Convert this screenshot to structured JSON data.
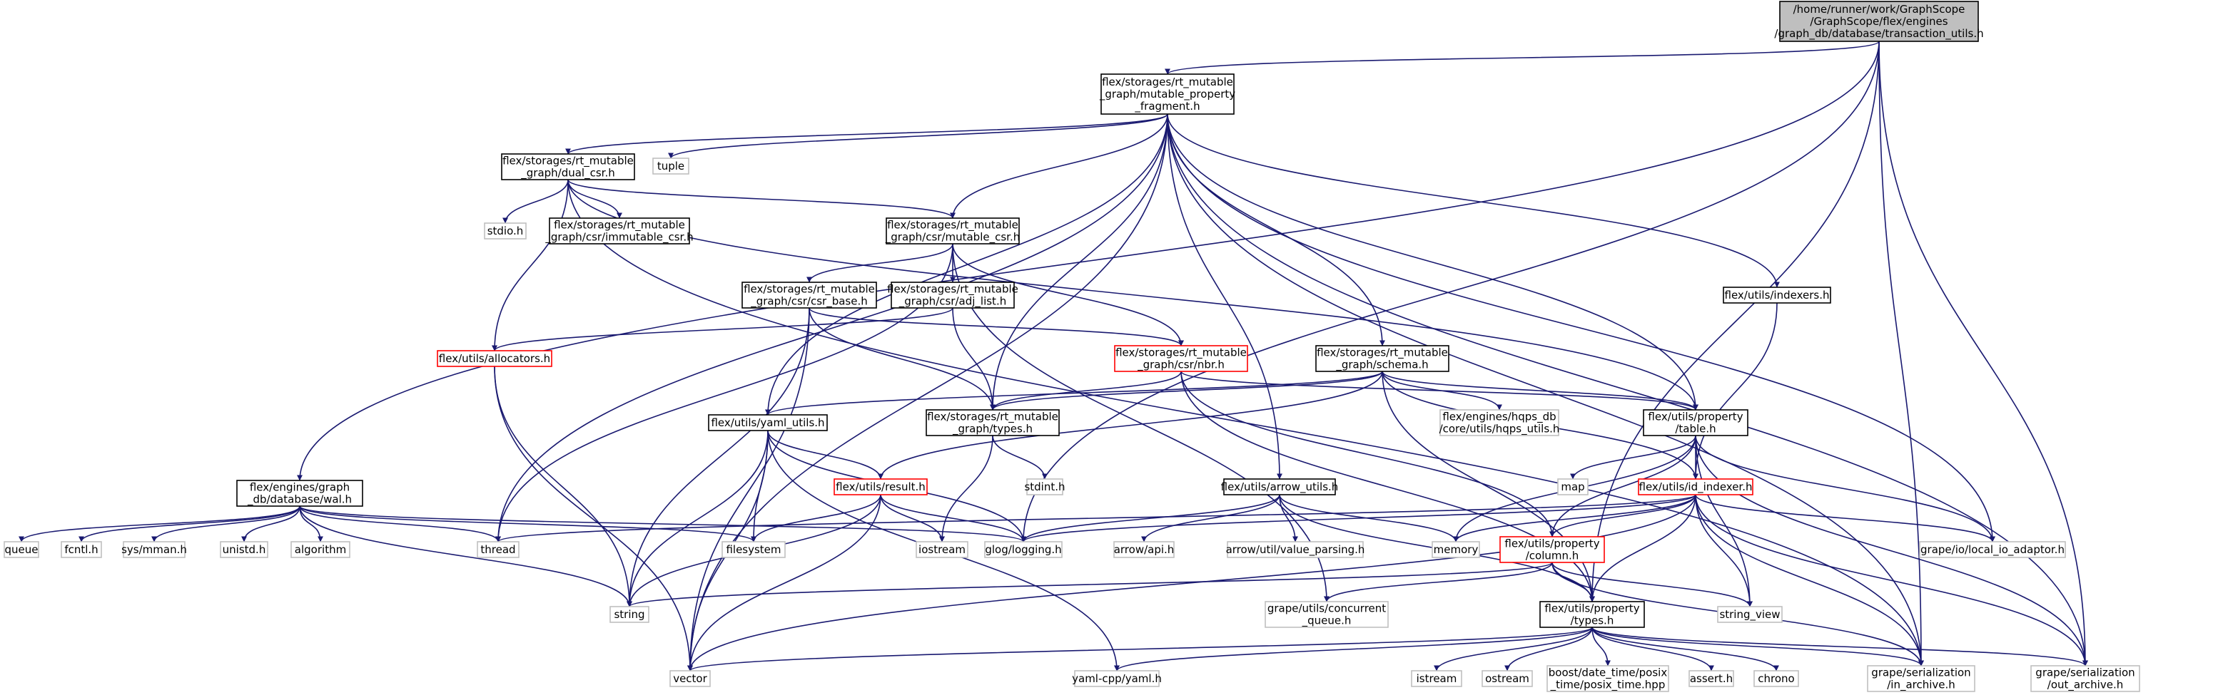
{
  "graph": {
    "colors": {
      "edge": "#191970",
      "arrowhead": "#191970",
      "node_border_normal": "#000000",
      "node_border_external": "#bfbfbf",
      "node_border_incomplete": "#ff0000",
      "node_fill_root": "#bfbfbf",
      "node_fill": "#ffffff",
      "text": "#000000"
    },
    "nodes": [
      {
        "id": "root",
        "lines": [
          "/home/runner/work/GraphScope",
          "/GraphScope/flex/engines",
          "/graph_db/database/transaction_utils.h"
        ],
        "kind": "root"
      },
      {
        "id": "mpf",
        "lines": [
          "flex/storages/rt_mutable",
          "_graph/mutable_property",
          "_fragment.h"
        ],
        "kind": "normal"
      },
      {
        "id": "dualcsr",
        "lines": [
          "flex/storages/rt_mutable",
          "_graph/dual_csr.h"
        ],
        "kind": "normal"
      },
      {
        "id": "tuple",
        "lines": [
          "tuple"
        ],
        "kind": "external"
      },
      {
        "id": "stdio",
        "lines": [
          "stdio.h"
        ],
        "kind": "external"
      },
      {
        "id": "immcsr",
        "lines": [
          "flex/storages/rt_mutable",
          "_graph/csr/immutable_csr.h"
        ],
        "kind": "normal"
      },
      {
        "id": "mutcsr",
        "lines": [
          "flex/storages/rt_mutable",
          "_graph/csr/mutable_csr.h"
        ],
        "kind": "normal"
      },
      {
        "id": "csrbase",
        "lines": [
          "flex/storages/rt_mutable",
          "_graph/csr/csr_base.h"
        ],
        "kind": "normal"
      },
      {
        "id": "adjlist",
        "lines": [
          "flex/storages/rt_mutable",
          "_graph/csr/adj_list.h"
        ],
        "kind": "normal"
      },
      {
        "id": "allocators",
        "lines": [
          "flex/utils/allocators.h"
        ],
        "kind": "incomplete"
      },
      {
        "id": "nbr",
        "lines": [
          "flex/storages/rt_mutable",
          "_graph/csr/nbr.h"
        ],
        "kind": "incomplete"
      },
      {
        "id": "schema",
        "lines": [
          "flex/storages/rt_mutable",
          "_graph/schema.h"
        ],
        "kind": "normal"
      },
      {
        "id": "indexers",
        "lines": [
          "flex/utils/indexers.h"
        ],
        "kind": "normal"
      },
      {
        "id": "yaml_utils",
        "lines": [
          "flex/utils/yaml_utils.h"
        ],
        "kind": "normal"
      },
      {
        "id": "types",
        "lines": [
          "flex/storages/rt_mutable",
          "_graph/types.h"
        ],
        "kind": "normal"
      },
      {
        "id": "hqps",
        "lines": [
          "flex/engines/hqps_db",
          "/core/utils/hqps_utils.h"
        ],
        "kind": "external"
      },
      {
        "id": "table",
        "lines": [
          "flex/utils/property",
          "/table.h"
        ],
        "kind": "normal"
      },
      {
        "id": "wal",
        "lines": [
          "flex/engines/graph",
          "_db/database/wal.h"
        ],
        "kind": "normal"
      },
      {
        "id": "result",
        "lines": [
          "flex/utils/result.h"
        ],
        "kind": "incomplete"
      },
      {
        "id": "stdint",
        "lines": [
          "stdint.h"
        ],
        "kind": "external"
      },
      {
        "id": "arrow_utils",
        "lines": [
          "flex/utils/arrow_utils.h"
        ],
        "kind": "normal"
      },
      {
        "id": "map",
        "lines": [
          "map"
        ],
        "kind": "external"
      },
      {
        "id": "id_indexer",
        "lines": [
          "flex/utils/id_indexer.h"
        ],
        "kind": "incomplete"
      },
      {
        "id": "queue",
        "lines": [
          "queue"
        ],
        "kind": "external"
      },
      {
        "id": "fcntl",
        "lines": [
          "fcntl.h"
        ],
        "kind": "external"
      },
      {
        "id": "sysmman",
        "lines": [
          "sys/mman.h"
        ],
        "kind": "external"
      },
      {
        "id": "unistd",
        "lines": [
          "unistd.h"
        ],
        "kind": "external"
      },
      {
        "id": "algorithm",
        "lines": [
          "algorithm"
        ],
        "kind": "external"
      },
      {
        "id": "thread",
        "lines": [
          "thread"
        ],
        "kind": "external"
      },
      {
        "id": "filesystem",
        "lines": [
          "filesystem"
        ],
        "kind": "external"
      },
      {
        "id": "iostream",
        "lines": [
          "iostream"
        ],
        "kind": "external"
      },
      {
        "id": "glog",
        "lines": [
          "glog/logging.h"
        ],
        "kind": "external"
      },
      {
        "id": "arrowapi",
        "lines": [
          "arrow/api.h"
        ],
        "kind": "external"
      },
      {
        "id": "valparse",
        "lines": [
          "arrow/util/value_parsing.h"
        ],
        "kind": "external"
      },
      {
        "id": "memory",
        "lines": [
          "memory"
        ],
        "kind": "external"
      },
      {
        "id": "column",
        "lines": [
          "flex/utils/property",
          "/column.h"
        ],
        "kind": "incomplete"
      },
      {
        "id": "local_io",
        "lines": [
          "grape/io/local_io_adaptor.h"
        ],
        "kind": "external"
      },
      {
        "id": "string",
        "lines": [
          "string"
        ],
        "kind": "external"
      },
      {
        "id": "concq",
        "lines": [
          "grape/utils/concurrent",
          "_queue.h"
        ],
        "kind": "external"
      },
      {
        "id": "ptypes",
        "lines": [
          "flex/utils/property",
          "/types.h"
        ],
        "kind": "normal"
      },
      {
        "id": "string_view",
        "lines": [
          "string_view"
        ],
        "kind": "external"
      },
      {
        "id": "vector",
        "lines": [
          "vector"
        ],
        "kind": "external"
      },
      {
        "id": "yamlcpp",
        "lines": [
          "yaml-cpp/yaml.h"
        ],
        "kind": "external"
      },
      {
        "id": "istream",
        "lines": [
          "istream"
        ],
        "kind": "external"
      },
      {
        "id": "ostream",
        "lines": [
          "ostream"
        ],
        "kind": "external"
      },
      {
        "id": "posix",
        "lines": [
          "boost/date_time/posix",
          "_time/posix_time.hpp"
        ],
        "kind": "external"
      },
      {
        "id": "assert",
        "lines": [
          "assert.h"
        ],
        "kind": "external"
      },
      {
        "id": "chrono",
        "lines": [
          "chrono"
        ],
        "kind": "external"
      },
      {
        "id": "in_archive",
        "lines": [
          "grape/serialization",
          "/in_archive.h"
        ],
        "kind": "external"
      },
      {
        "id": "out_archive",
        "lines": [
          "grape/serialization",
          "/out_archive.h"
        ],
        "kind": "external"
      }
    ],
    "edges": [
      [
        "root",
        "mpf"
      ],
      [
        "root",
        "wal"
      ],
      [
        "root",
        "glog"
      ],
      [
        "root",
        "ptypes"
      ],
      [
        "root",
        "in_archive"
      ],
      [
        "root",
        "out_archive"
      ],
      [
        "mpf",
        "dualcsr"
      ],
      [
        "mpf",
        "tuple"
      ],
      [
        "mpf",
        "mutcsr"
      ],
      [
        "mpf",
        "schema"
      ],
      [
        "mpf",
        "indexers"
      ],
      [
        "mpf",
        "yaml_utils"
      ],
      [
        "mpf",
        "types"
      ],
      [
        "mpf",
        "table"
      ],
      [
        "mpf",
        "arrow_utils"
      ],
      [
        "mpf",
        "thread"
      ],
      [
        "mpf",
        "vector"
      ],
      [
        "mpf",
        "local_io"
      ],
      [
        "mpf",
        "in_archive"
      ],
      [
        "mpf",
        "out_archive"
      ],
      [
        "dualcsr",
        "stdio"
      ],
      [
        "dualcsr",
        "immcsr"
      ],
      [
        "dualcsr",
        "mutcsr"
      ],
      [
        "dualcsr",
        "allocators"
      ],
      [
        "dualcsr",
        "table"
      ],
      [
        "dualcsr",
        "in_archive"
      ],
      [
        "mutcsr",
        "csrbase"
      ],
      [
        "mutcsr",
        "adjlist"
      ],
      [
        "mutcsr",
        "nbr"
      ],
      [
        "mutcsr",
        "thread"
      ],
      [
        "mutcsr",
        "concq"
      ],
      [
        "csrbase",
        "nbr"
      ],
      [
        "csrbase",
        "types"
      ],
      [
        "csrbase",
        "string"
      ],
      [
        "csrbase",
        "vector"
      ],
      [
        "adjlist",
        "allocators"
      ],
      [
        "adjlist",
        "types"
      ],
      [
        "allocators",
        "string"
      ],
      [
        "allocators",
        "vector"
      ],
      [
        "nbr",
        "types"
      ],
      [
        "nbr",
        "table"
      ],
      [
        "nbr",
        "column"
      ],
      [
        "nbr",
        "ptypes"
      ],
      [
        "schema",
        "yaml_utils"
      ],
      [
        "schema",
        "types"
      ],
      [
        "schema",
        "hqps"
      ],
      [
        "schema",
        "table"
      ],
      [
        "schema",
        "id_indexer"
      ],
      [
        "schema",
        "result"
      ],
      [
        "schema",
        "ptypes"
      ],
      [
        "indexers",
        "id_indexer"
      ],
      [
        "yaml_utils",
        "result"
      ],
      [
        "yaml_utils",
        "glog"
      ],
      [
        "yaml_utils",
        "filesystem"
      ],
      [
        "yaml_utils",
        "string"
      ],
      [
        "yaml_utils",
        "vector"
      ],
      [
        "yaml_utils",
        "yamlcpp"
      ],
      [
        "types",
        "stdint"
      ],
      [
        "types",
        "iostream"
      ],
      [
        "table",
        "map"
      ],
      [
        "table",
        "memory"
      ],
      [
        "table",
        "id_indexer"
      ],
      [
        "table",
        "column"
      ],
      [
        "table",
        "string_view"
      ],
      [
        "table",
        "local_io"
      ],
      [
        "table",
        "out_archive"
      ],
      [
        "wal",
        "queue"
      ],
      [
        "wal",
        "fcntl"
      ],
      [
        "wal",
        "sysmman"
      ],
      [
        "wal",
        "unistd"
      ],
      [
        "wal",
        "algorithm"
      ],
      [
        "wal",
        "thread"
      ],
      [
        "wal",
        "filesystem"
      ],
      [
        "wal",
        "glog"
      ],
      [
        "wal",
        "string"
      ],
      [
        "result",
        "iostream"
      ],
      [
        "result",
        "glog"
      ],
      [
        "result",
        "filesystem"
      ],
      [
        "result",
        "string"
      ],
      [
        "result",
        "vector"
      ],
      [
        "arrow_utils",
        "arrowapi"
      ],
      [
        "arrow_utils",
        "valparse"
      ],
      [
        "arrow_utils",
        "glog"
      ],
      [
        "arrow_utils",
        "memory"
      ],
      [
        "arrow_utils",
        "ptypes"
      ],
      [
        "id_indexer",
        "thread"
      ],
      [
        "id_indexer",
        "glog"
      ],
      [
        "id_indexer",
        "memory"
      ],
      [
        "id_indexer",
        "column"
      ],
      [
        "id_indexer",
        "local_io"
      ],
      [
        "id_indexer",
        "string_view"
      ],
      [
        "id_indexer",
        "ptypes"
      ],
      [
        "id_indexer",
        "vector"
      ],
      [
        "id_indexer",
        "in_archive"
      ],
      [
        "id_indexer",
        "out_archive"
      ],
      [
        "column",
        "string"
      ],
      [
        "column",
        "concq"
      ],
      [
        "column",
        "ptypes"
      ],
      [
        "column",
        "string_view"
      ],
      [
        "column",
        "in_archive"
      ],
      [
        "ptypes",
        "vector"
      ],
      [
        "ptypes",
        "yamlcpp"
      ],
      [
        "ptypes",
        "istream"
      ],
      [
        "ptypes",
        "ostream"
      ],
      [
        "ptypes",
        "posix"
      ],
      [
        "ptypes",
        "assert"
      ],
      [
        "ptypes",
        "chrono"
      ],
      [
        "ptypes",
        "in_archive"
      ],
      [
        "ptypes",
        "out_archive"
      ]
    ]
  }
}
